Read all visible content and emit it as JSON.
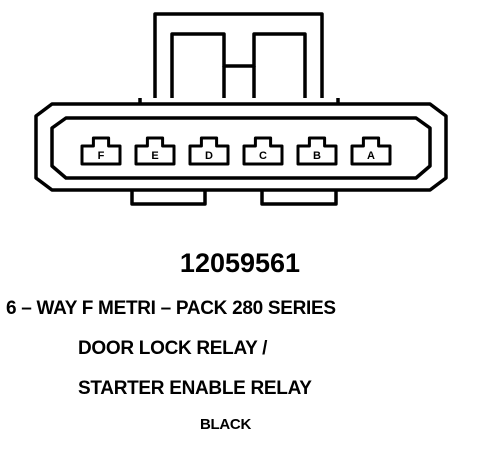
{
  "part_number": "12059561",
  "series": "6 – WAY F METRI – PACK 280 SERIES",
  "relay_line_1": "DOOR LOCK RELAY /",
  "relay_line_2": "STARTER ENABLE RELAY",
  "color": "BLACK",
  "pins": [
    "F",
    "E",
    "D",
    "C",
    "B",
    "A"
  ]
}
